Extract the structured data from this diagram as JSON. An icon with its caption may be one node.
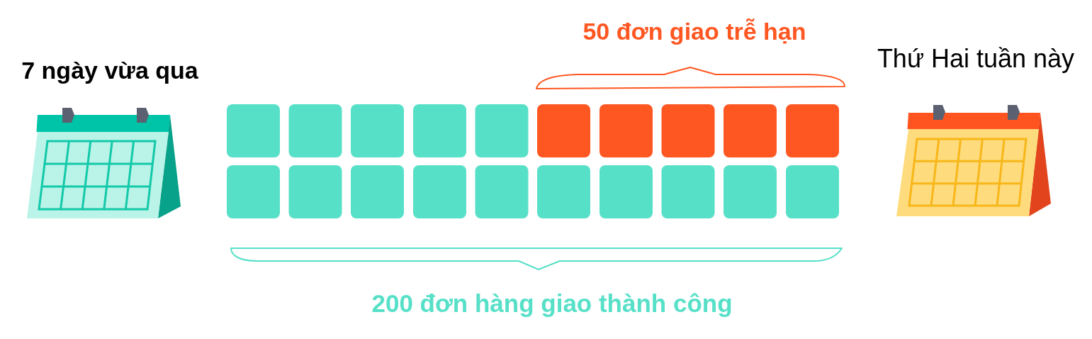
{
  "diagram": {
    "nodes": [
      {
        "text": [],
        "shape": "bracket"
      },
      {
        "text": [],
        "shape": "box"
      },
      {
        "text": [],
        "shape": "box"
      },
      {
        "text": [],
        "shape": "box"
      },
      {
        "text": [],
        "shape": "box"
      },
      {
        "text": [],
        "shape": "box"
      },
      {
        "text": [],
        "shape": "box"
      },
      {
        "text": [],
        "shape": "box"
      },
      {
        "text": [],
        "shape": "box"
      },
      {
        "text": [],
        "shape": "box"
      },
      {
        "text": [],
        "shape": "box"
      },
      {
        "text": [],
        "shape": "box"
      },
      {
        "text": [],
        "shape": "box"
      },
      {
        "text": [],
        "shape": "box"
      },
      {
        "text": [],
        "shape": "box"
      },
      {
        "text": [],
        "shape": "box"
      },
      {
        "text": [],
        "shape": "box"
      },
      {
        "text": [],
        "shape": "box"
      },
      {
        "text": [],
        "shape": "box"
      },
      {
        "text": [],
        "shape": "box"
      },
      {
        "text": [],
        "shape": "box"
      },
      {
        "text": [],
        "shape": "bracket"
      }
    ],
    "labels": [
      "7 ngày vừa qua",
      "50 đơn giao trễ hạn",
      "Thứ Hai tuần này",
      "200 đơn hàng giao thành công"
    ]
  }
}
